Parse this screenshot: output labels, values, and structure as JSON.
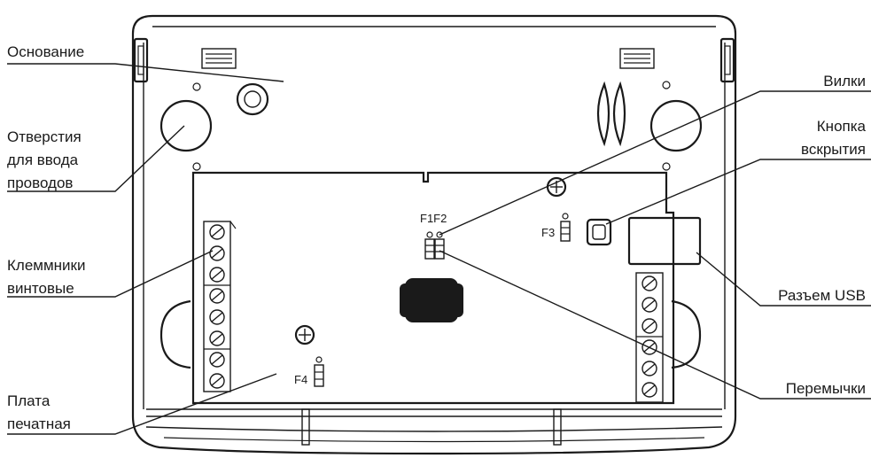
{
  "labels": {
    "base": "Основание",
    "holes_line1": "Отверстия",
    "holes_line2": "для ввода",
    "holes_line3": "проводов",
    "terminals_line1": "Клеммники",
    "terminals_line2": "винтовые",
    "board_line1": "Плата",
    "board_line2": "печатная",
    "forks": "Вилки",
    "tamper_line1": "Кнопка",
    "tamper_line2": "вскрытия",
    "usb": "Разъем USB",
    "jumpers": "Перемычки"
  },
  "fuse_labels": {
    "f1f2": "F1F2",
    "f3": "F3",
    "f4": "F4"
  }
}
